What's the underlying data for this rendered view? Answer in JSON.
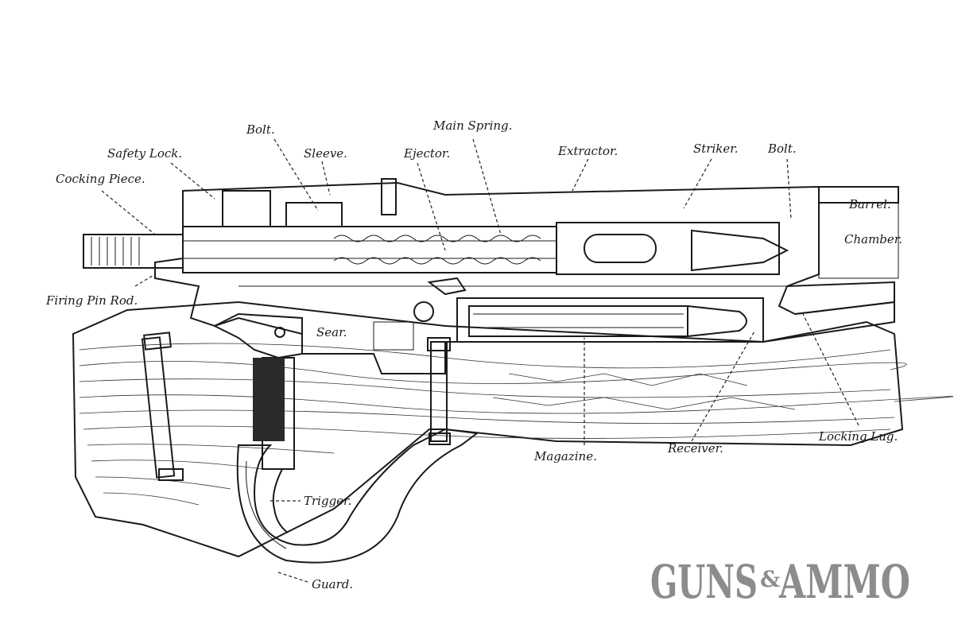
{
  "labels": {
    "bolt_top": "Bolt.",
    "safety_lock": "Safety Lock.",
    "cocking_piece": "Cocking Piece.",
    "sleeve": "Sleeve.",
    "ejector": "Ejector.",
    "main_spring": "Main Spring.",
    "extractor": "Extractor.",
    "striker": "Striker.",
    "bolt_right": "Bolt.",
    "barrel": "Barrel.",
    "chamber": "Chamber.",
    "firing_pin_rod": "Firing Pin Rod.",
    "sear": "Sear.",
    "magazine": "Magazine.",
    "receiver": "Receiver.",
    "locking_lug": "Locking Lug.",
    "trigger": "Trigger.",
    "guard": "Guard."
  },
  "watermark": {
    "left": "GUNS",
    "amp": "&",
    "right": "AMMO"
  },
  "colors": {
    "ink": "#1a1a1a",
    "logo": "#8c8c8c",
    "background": "#ffffff"
  }
}
